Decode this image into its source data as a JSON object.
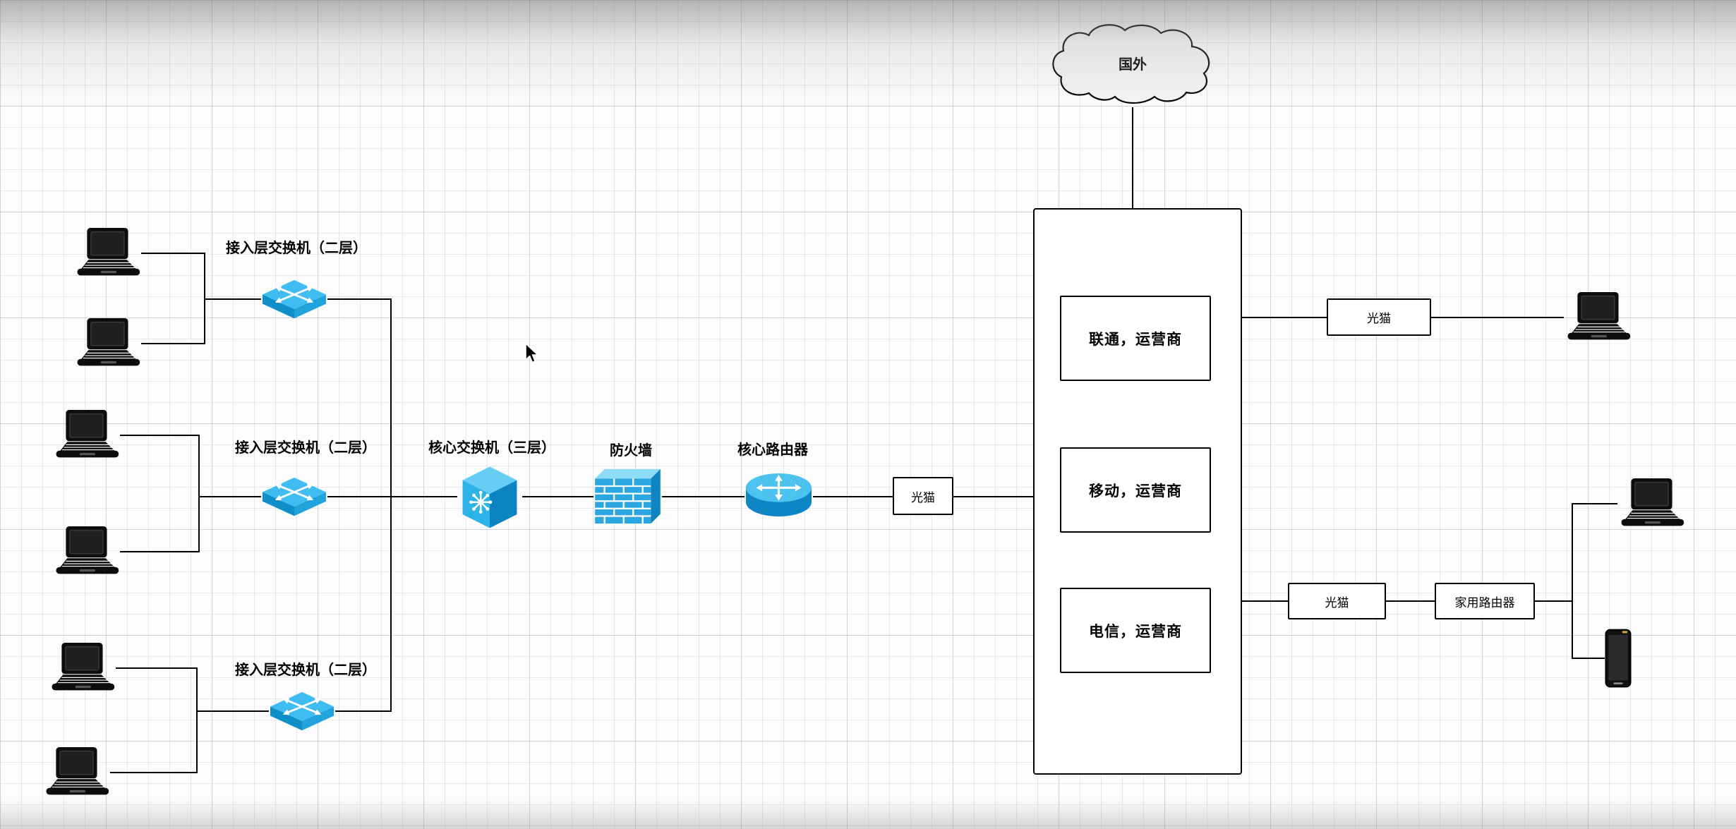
{
  "cloud": {
    "label": "国外"
  },
  "labels": {
    "access_switch": "接入层交换机（二层）",
    "core_switch": "核心交换机（三层）",
    "firewall": "防火墙",
    "core_router": "核心路由器"
  },
  "boxes": {
    "modem_wan": "光猫",
    "modem_unicom_side": "光猫",
    "modem_telecom_side": "光猫",
    "home_router": "家用路由器",
    "carrier_unicom": "联通，运营商",
    "carrier_mobile": "移动，运营商",
    "carrier_telecom": "电信，运营商"
  },
  "icons": {
    "laptop": "laptop-icon",
    "access_switch": "l2-switch-icon",
    "core_switch": "l3-switch-cube-icon",
    "firewall": "firewall-brick-icon",
    "core_router": "router-cylinder-icon",
    "phone": "smartphone-icon",
    "cloud": "cloud-shape",
    "cursor": "mouse-cursor"
  },
  "colors": {
    "device_blue": "#2aa7e0",
    "device_blue_light": "#66cef3",
    "device_blue_dark": "#0e84c0",
    "connector": "#000000",
    "shape_fill": "#ffffff",
    "grid_line": "#bac6cf"
  }
}
